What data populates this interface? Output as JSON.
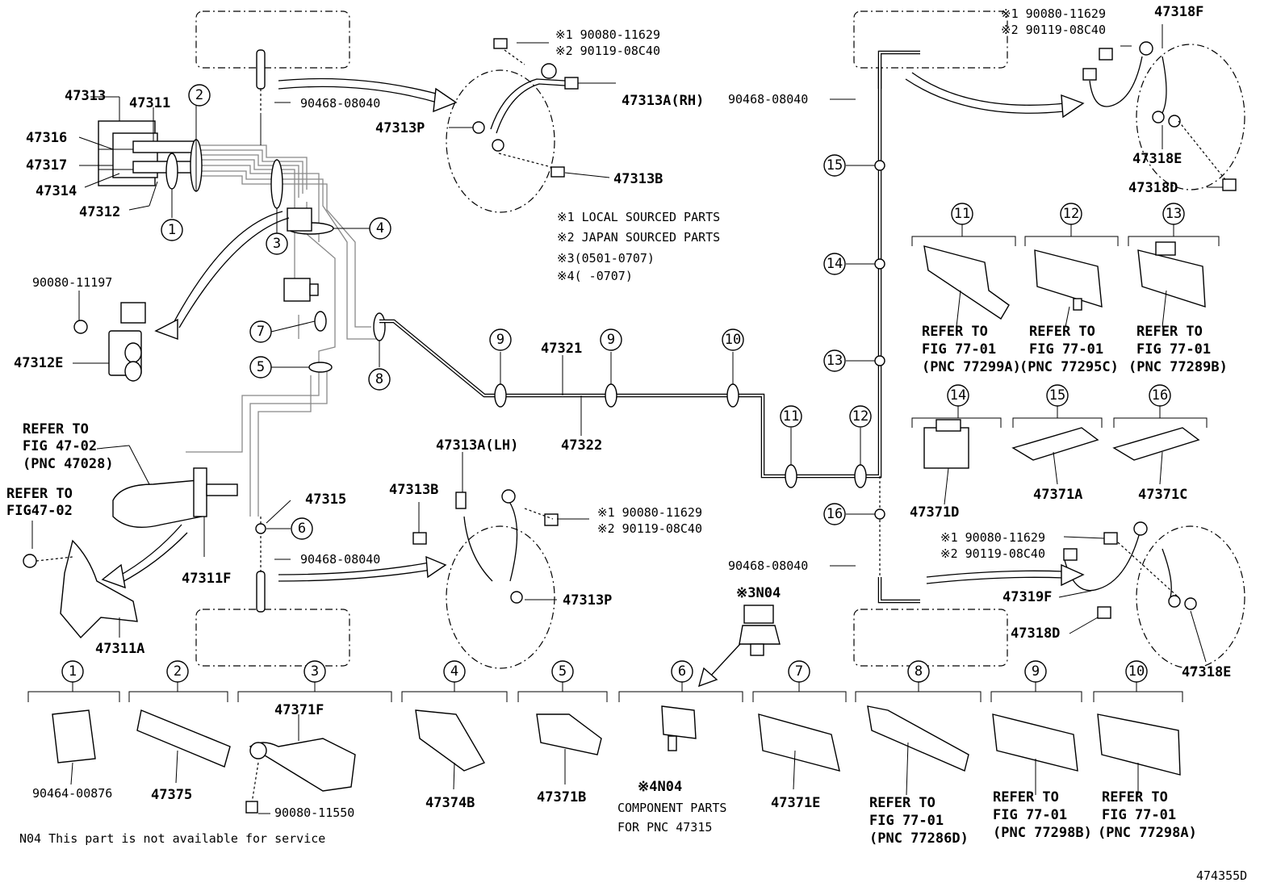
{
  "labels": {
    "p47313": "47313",
    "p47311": "47311",
    "p47316": "47316",
    "p47317": "47317",
    "p47314": "47314",
    "p47312": "47312",
    "p47312E": "47312E",
    "p90080_11197": "90080-11197",
    "p90468_top_left": "90468-08040",
    "p90468_top_right": "90468-08040",
    "p90468_bot_left": "90468-08040",
    "p90468_bot_right": "90468-08040",
    "p47313A_RH": "47313A(RH)",
    "p47313P_top": "47313P",
    "p47313B_top": "47313B",
    "p47313A_LH": "47313A(LH)",
    "p47313B_bot": "47313B",
    "p47313P_bot": "47313P",
    "p47315": "47315",
    "p47311F": "47311F",
    "p47311A": "47311A",
    "p47321": "47321",
    "p47322": "47322",
    "p47318F": "47318F",
    "p47318E_top": "47318E",
    "p47318D_top": "47318D",
    "p47319F": "47319F",
    "p47318D_bot": "47318D",
    "p47318E_bot": "47318E",
    "p47371D": "47371D",
    "p47371A": "47371A",
    "p47371C": "47371C",
    "p90464": "90464-00876",
    "p47375": "47375",
    "p47371F": "47371F",
    "p90080_11550": "90080-11550",
    "p47374B": "47374B",
    "p47371B": "47371B",
    "p47371E": "47371E",
    "s3N04": "※3N04",
    "s4N04": "※4N04"
  },
  "bolt_notes": {
    "top_center_1": "※1 90080-11629",
    "top_center_2": "※2 90119-08C40",
    "top_right_1": "※1 90080-11629",
    "top_right_2": "※2 90119-08C40",
    "mid_center_1": "※1 90080-11629",
    "mid_center_2": "※2 90119-08C40",
    "mid_right_1": "※1 90080-11629",
    "mid_right_2": "※2 90119-08C40"
  },
  "legend": {
    "line1": "※1 LOCAL SOURCED PARTS",
    "line2": "※2 JAPAN SOURCED PARTS",
    "line3": "※3(0501-0707)",
    "line4": "※4(      -0707)"
  },
  "refer": {
    "fig4702a_1": "REFER TO",
    "fig4702a_2": "FIG 47-02",
    "fig4702a_3": "(PNC 47028)",
    "fig4702b_1": "REFER TO",
    "fig4702b_2": "FIG47-02",
    "c11_1": "REFER TO",
    "c11_2": "FIG 77-01",
    "c11_3": "(PNC 77299A)",
    "c12_1": "REFER TO",
    "c12_2": "FIG 77-01",
    "c12_3": "(PNC 77295C)",
    "c13_1": "REFER TO",
    "c13_2": "FIG 77-01",
    "c13_3": "(PNC 77289B)",
    "c8_1": "REFER TO",
    "c8_2": "FIG 77-01",
    "c8_3": "(PNC 77286D)",
    "c9_1": "REFER TO",
    "c9_2": "FIG 77-01",
    "c9_3": "(PNC 77298B)",
    "c10_1": "REFER TO",
    "c10_2": "FIG 77-01",
    "c10_3": "(PNC 77298A)"
  },
  "component_note": {
    "line1": "COMPONENT PARTS",
    "line2": "FOR PNC 47315"
  },
  "footnote": "N04 This part is not available for service",
  "figure_id": "474355D",
  "callouts": {
    "n1": "1",
    "n2": "2",
    "n3": "3",
    "n4": "4",
    "n5": "5",
    "n6": "6",
    "n7": "7",
    "n8": "8",
    "n9": "9",
    "n10": "10",
    "n11": "11",
    "n12": "12",
    "n13": "13",
    "n14": "14",
    "n15": "15",
    "n16": "16"
  }
}
